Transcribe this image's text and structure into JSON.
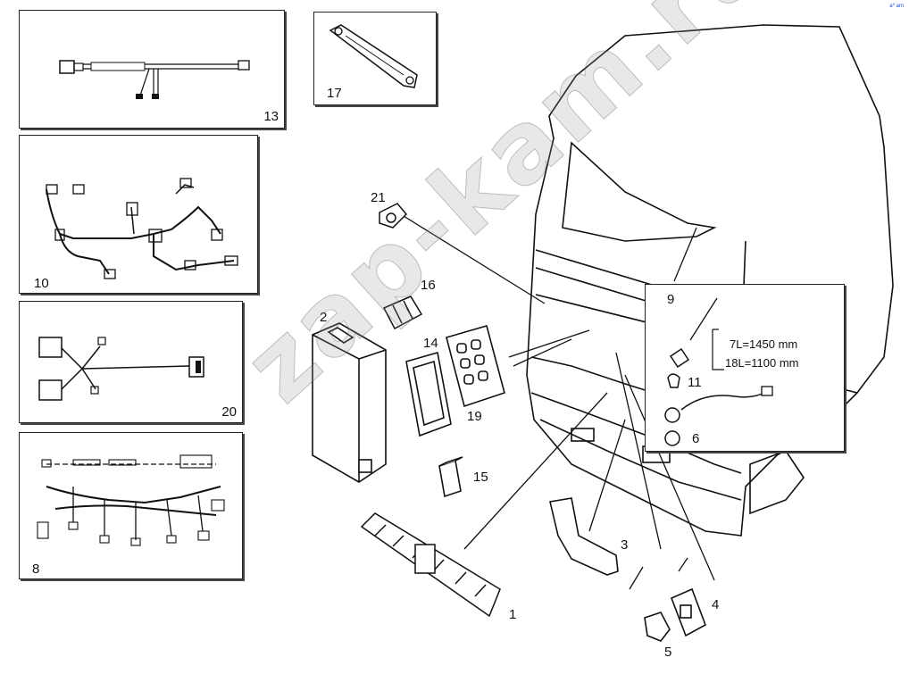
{
  "panels": {
    "p13": "13",
    "p17": "17",
    "p10": "10",
    "p20": "20",
    "p8": "8",
    "p9": "9"
  },
  "callouts": {
    "c21": "21",
    "c16": "16",
    "c2": "2",
    "c14": "14",
    "c19": "19",
    "c15": "15",
    "c1": "1",
    "c3": "3",
    "c4": "4",
    "c5": "5",
    "c6": "6",
    "c11": "11"
  },
  "specs": {
    "line1": "7L=1450 mm",
    "line2": "18L=1100 mm"
  },
  "watermark": "zap-kam.ru",
  "corner_mark": "a⁰ am"
}
